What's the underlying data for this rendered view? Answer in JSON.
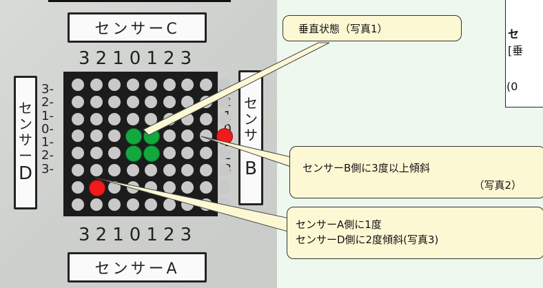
{
  "sensors": {
    "top": "センサーC",
    "bottom": "センサーA",
    "left": [
      "セ",
      "ン",
      "サ",
      "ー",
      "D"
    ],
    "right": [
      "セ",
      "ン",
      "サ",
      "ー",
      "B"
    ]
  },
  "scale": {
    "top": [
      "3",
      "2",
      "1",
      "0",
      "1",
      "2",
      "3"
    ],
    "bottom": [
      "3",
      "2",
      "1",
      "0",
      "1",
      "2",
      "3"
    ],
    "left": [
      "3-",
      "2-",
      "1-",
      "0-",
      "1-",
      "2-",
      "3-"
    ],
    "right": [
      "-3",
      "-2",
      "-1",
      "-0",
      "-1",
      "-2",
      "-3"
    ]
  },
  "callouts": {
    "vertical": "垂直状態（写真1）",
    "b_line1": "センサーB側に3度以上傾斜",
    "b_line2": "（写真2）",
    "ad_line1": "センサーA側に1度",
    "ad_line2": "センサーD側に2度傾斜(写真3)"
  },
  "info": {
    "line1": "セ",
    "line2": "[垂",
    "line3": "(0"
  },
  "colors": {
    "green_led": "#12a83e",
    "red_led": "#ee1c1c",
    "callout_bg": "#fdf8d4",
    "page_bg": "#eef8ee"
  }
}
